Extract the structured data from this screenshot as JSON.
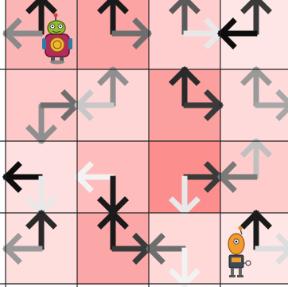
{
  "game": {
    "rows": 4,
    "cols": 4,
    "grid_color": "#222222",
    "cells": [
      [
        {
          "color": "#fcb5b5",
          "arrows": [
            {
              "dir": "up",
              "shade": "#1a1a1a"
            },
            {
              "dir": "left",
              "shade": "#8a8a8a"
            }
          ]
        },
        {
          "color": "#fca3a3",
          "arrows": [
            {
              "dir": "up",
              "shade": "#1a1a1a"
            },
            {
              "dir": "right",
              "shade": "#6e6e6e"
            }
          ]
        },
        {
          "color": "#ffcfcf",
          "arrows": [
            {
              "dir": "up",
              "shade": "#5a5a5a"
            },
            {
              "dir": "right",
              "shade": "#e8e8e8"
            }
          ]
        },
        {
          "color": "#ffe6e6",
          "arrows": [
            {
              "dir": "up",
              "shade": "#3a3a3a"
            },
            {
              "dir": "left",
              "shade": "#0d0d0d"
            }
          ]
        }
      ],
      [
        {
          "color": "#ffc9c9",
          "arrows": [
            {
              "dir": "down",
              "shade": "#8f8f8f"
            },
            {
              "dir": "right",
              "shade": "#6e6e6e"
            }
          ]
        },
        {
          "color": "#ffd6d6",
          "arrows": [
            {
              "dir": "up",
              "shade": "#8f8f8f"
            },
            {
              "dir": "left",
              "shade": "#c8c8c8"
            }
          ]
        },
        {
          "color": "#fc9f9f",
          "arrows": [
            {
              "dir": "up",
              "shade": "#2a2a2a"
            },
            {
              "dir": "right",
              "shade": "#3a3a3a"
            }
          ]
        },
        {
          "color": "#ffdada",
          "arrows": [
            {
              "dir": "up",
              "shade": "#9a9a9a"
            },
            {
              "dir": "right",
              "shade": "#a8a8a8"
            }
          ]
        }
      ],
      [
        {
          "color": "#ffe0e0",
          "arrows": [
            {
              "dir": "left",
              "shade": "#0d0d0d"
            },
            {
              "dir": "down",
              "shade": "#e8e8e8"
            }
          ]
        },
        {
          "color": "#ffbcbc",
          "arrows": [
            {
              "dir": "left",
              "shade": "#f2f2f2"
            },
            {
              "dir": "down",
              "shade": "#1a1a1a"
            }
          ]
        },
        {
          "color": "#fd8e8e",
          "arrows": [
            {
              "dir": "right",
              "shade": "#3a3a3a"
            },
            {
              "dir": "down",
              "shade": "#e8e8e8"
            }
          ]
        },
        {
          "color": "#ffcccc",
          "arrows": [
            {
              "dir": "up",
              "shade": "#c0c0c0"
            },
            {
              "dir": "left",
              "shade": "#7a7a7a"
            }
          ]
        }
      ],
      [
        {
          "color": "#ffdede",
          "arrows": [
            {
              "dir": "up",
              "shade": "#2a2a2a"
            },
            {
              "dir": "left",
              "shade": "#9a9a9a"
            }
          ]
        },
        {
          "color": "#fca7a7",
          "arrows": [
            {
              "dir": "up",
              "shade": "#1a1a1a"
            },
            {
              "dir": "right",
              "shade": "#3a3a3a"
            }
          ]
        },
        {
          "color": "#ffd8d8",
          "arrows": [
            {
              "dir": "left",
              "shade": "#6e6e6e"
            },
            {
              "dir": "down",
              "shade": "#f2f2f2"
            }
          ]
        },
        {
          "color": "#ffe6e6",
          "arrows": [
            {
              "dir": "up",
              "shade": "#1a1a1a"
            },
            {
              "dir": "right",
              "shade": "#dddddd"
            }
          ]
        }
      ]
    ],
    "player": {
      "name": "green-robot",
      "row": 0,
      "col": 0
    },
    "goal": {
      "name": "orange-robot",
      "row": 3,
      "col": 3
    }
  }
}
